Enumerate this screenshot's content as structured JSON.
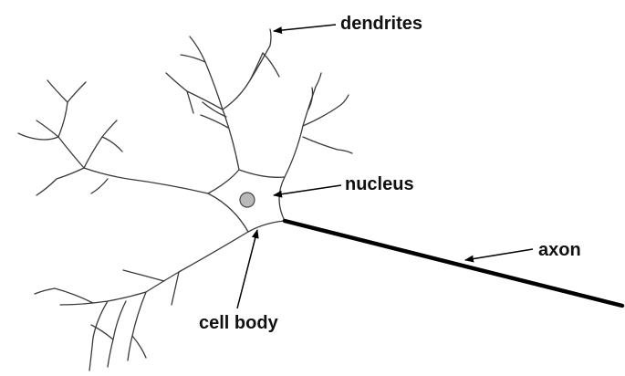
{
  "diagram": {
    "labels": {
      "dendrites": "dendrites",
      "nucleus": "nucleus",
      "axon": "axon",
      "cell_body": "cell body"
    },
    "colors": {
      "line": "#3a3a3a",
      "axon": "#000000",
      "nucleus_fill": "#b9b9b9",
      "text": "#111111"
    }
  }
}
